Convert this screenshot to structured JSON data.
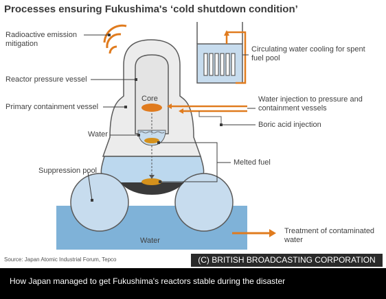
{
  "title": "Processes ensuring Fukushima's ‘cold shutdown condition’",
  "labels": {
    "radioactive_1": "Radioactive emission",
    "radioactive_2": "mitigation",
    "reactor_pressure_vessel": "Reactor pressure vessel",
    "primary_containment_vessel": "Primary containment vessel",
    "core": "Core",
    "water_inner": "Water",
    "suppression_pool": "Suppression pool",
    "water_bottom": "Water",
    "circulating_1": "Circulating water cooling for spent",
    "circulating_2": "fuel pool",
    "water_injection_1": "Water injection to pressure and",
    "water_injection_2": "containment vessels",
    "boric_acid": "Boric acid injection",
    "melted_fuel": "Melted fuel",
    "treatment_1": "Treatment of contaminated",
    "treatment_2": "water"
  },
  "source": "Source: Japan Atomic Industrial Forum, Tepco",
  "copyright": "(C) BRITISH BROADCASTING CORPORATION",
  "caption": "How Japan managed to get Fukushima's reactors stable during the disaster",
  "colors": {
    "orange": "#e07b1e",
    "water": "#bcd8ee",
    "vessel": "#ececec",
    "outline": "#5a5a5a",
    "fuel": "#c98a1a"
  }
}
